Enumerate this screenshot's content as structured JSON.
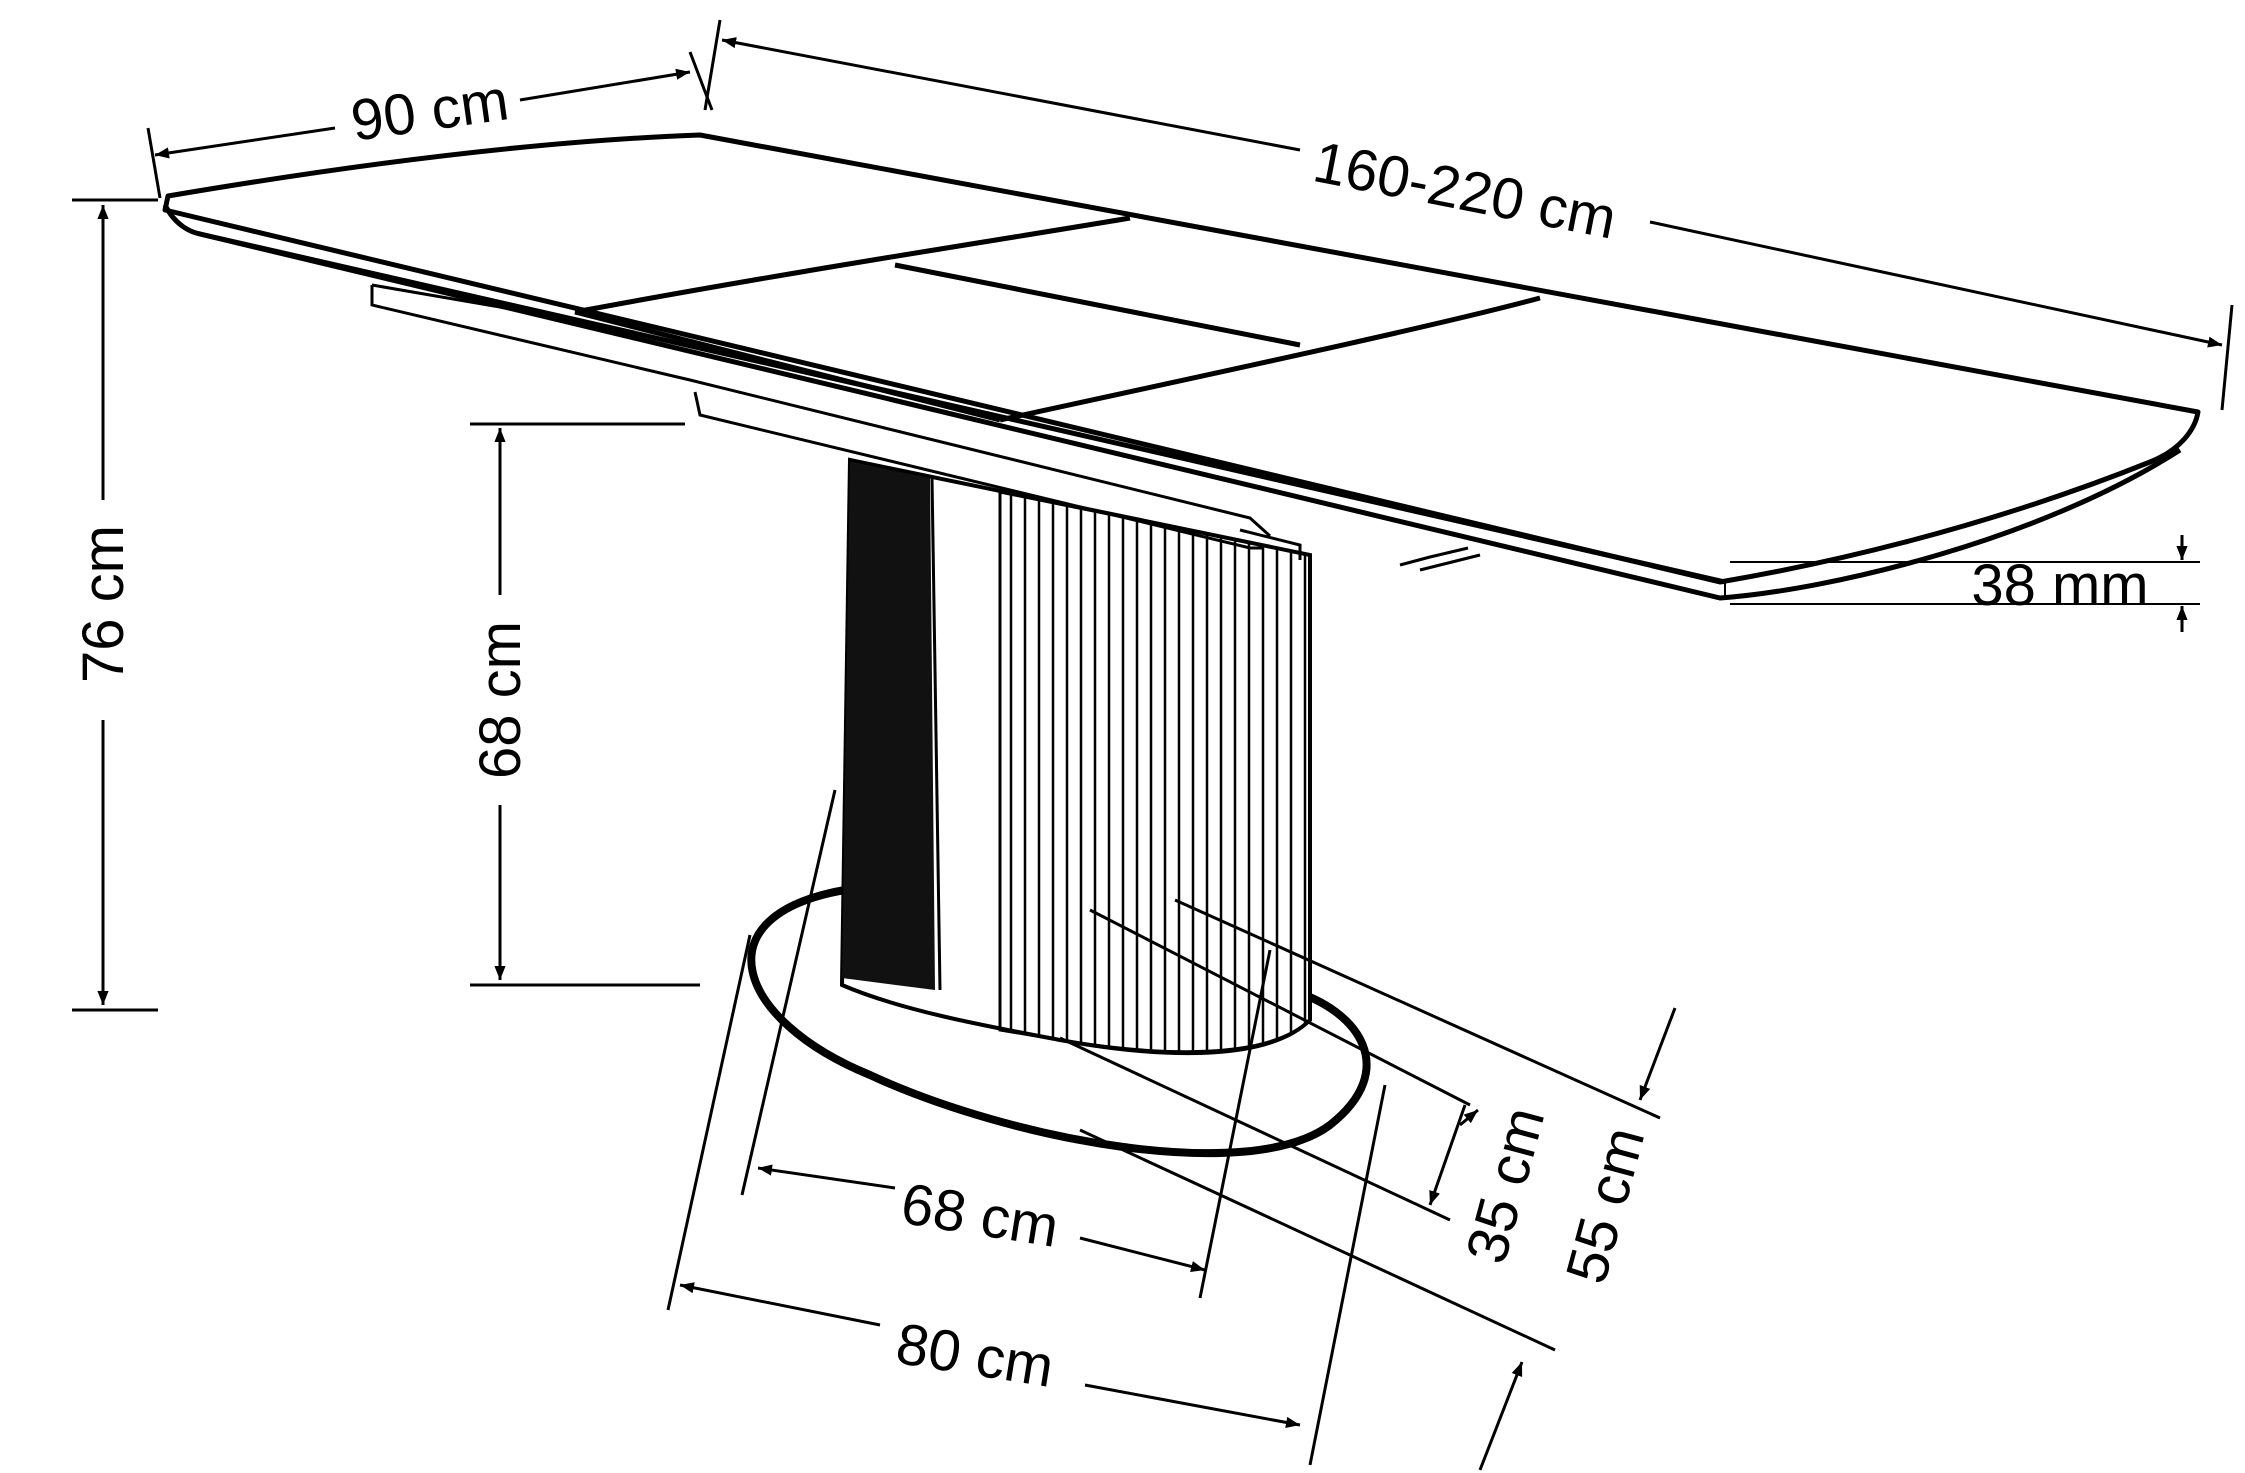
{
  "dimensions": {
    "depth": "90 cm",
    "length": "160-220 cm",
    "height": "76 cm",
    "column_height": "68 cm",
    "top_thickness": "38 mm",
    "base_width_inner": "68 cm",
    "base_width_outer": "80 cm",
    "base_depth_inner": "35 cm",
    "base_depth_outer": "55 cm"
  }
}
